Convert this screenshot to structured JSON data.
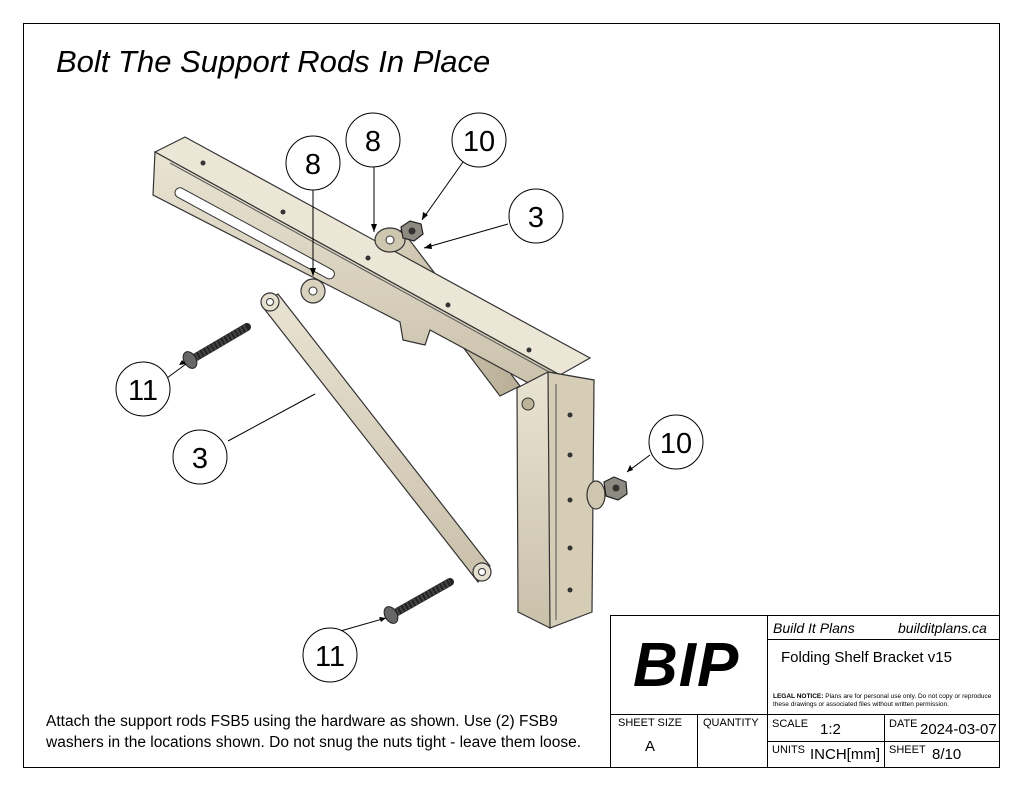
{
  "title": "Bolt The Support Rods In Place",
  "instructions": "Attach the support rods FSB5 using the hardware as shown. Use (2) FSB9 washers in the locations shown. Do not snug the nuts tight - leave them loose.",
  "callouts": [
    {
      "label": "8"
    },
    {
      "label": "8"
    },
    {
      "label": "10"
    },
    {
      "label": "3"
    },
    {
      "label": "11"
    },
    {
      "label": "3"
    },
    {
      "label": "10"
    },
    {
      "label": "11"
    }
  ],
  "title_block": {
    "logo": "BIP",
    "company": "Build It Plans",
    "website": "builditplans.ca",
    "part_name": "Folding Shelf Bracket v15",
    "legal_label": "LEGAL NOTICE:",
    "legal_text": "Plans are for personal use only. Do not copy or reproduce these drawings or associated files without written permission.",
    "sheet_size_label": "SHEET SIZE",
    "sheet_size": "A",
    "quantity_label": "QUANTITY",
    "quantity": "",
    "scale_label": "SCALE",
    "scale": "1:2",
    "date_label": "DATE",
    "date": "2024-03-07",
    "units_label": "UNITS",
    "units": "INCH[mm]",
    "sheet_label": "SHEET",
    "sheet": "8/10"
  }
}
